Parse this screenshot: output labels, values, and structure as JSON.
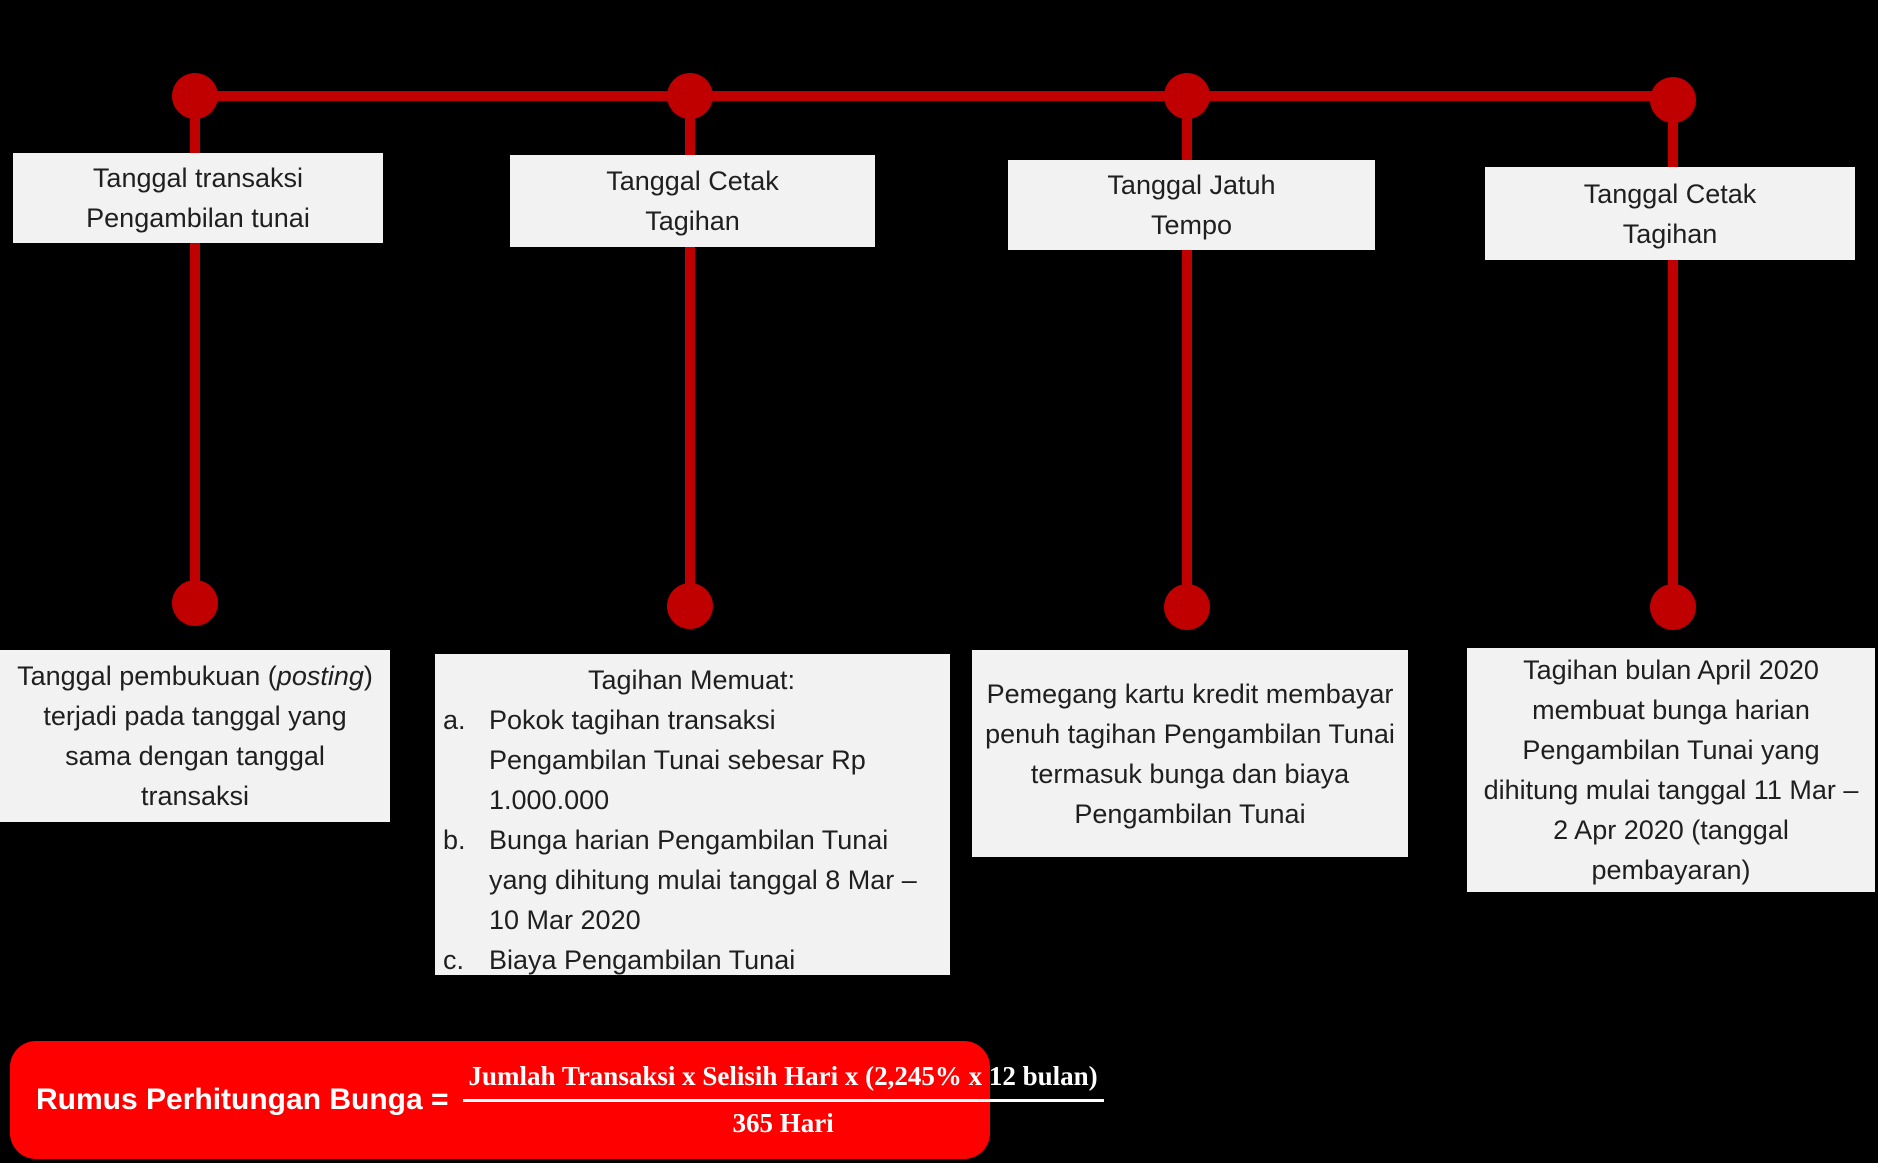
{
  "colors": {
    "timeline_red": "#C00000",
    "formula_red": "#FF0000",
    "box_bg": "#F2F2F2",
    "box_text": "#1F1F1F",
    "formula_text": "#FFFFFF",
    "page_bg": "#000000"
  },
  "columns": [
    {
      "top_label": "Tanggal transaksi\nPengambilan tunai",
      "bottom": {
        "pre": "Tanggal pembukuan (",
        "italic": "posting",
        "post": ") terjadi pada tanggal yang sama dengan tanggal transaksi"
      }
    },
    {
      "top_label": "Tanggal Cetak\nTagihan",
      "bottom": {
        "title": "Tagihan Memuat:",
        "items": [
          {
            "marker": "a.",
            "text": "Pokok tagihan transaksi Pengambilan Tunai sebesar Rp 1.000.000"
          },
          {
            "marker": "b.",
            "text": "Bunga harian Pengambilan Tunai yang dihitung mulai tanggal 8 Mar – 10 Mar 2020"
          },
          {
            "marker": "c.",
            "text": "Biaya Pengambilan Tunai"
          }
        ]
      }
    },
    {
      "top_label": "Tanggal Jatuh\nTempo",
      "bottom": {
        "text": "Pemegang kartu kredit membayar penuh tagihan Pengambilan Tunai termasuk bunga dan biaya Pengambilan Tunai"
      }
    },
    {
      "top_label": "Tanggal Cetak\nTagihan",
      "bottom": {
        "text": "Tagihan bulan April 2020 membuat bunga harian Pengambilan Tunai yang dihitung mulai tanggal 11 Mar – 2 Apr 2020 (tanggal pembayaran)"
      }
    }
  ],
  "formula": {
    "label": "Rumus Perhitungan Bunga =",
    "numerator": "Jumlah Transaksi x Selisih Hari x (2,245% x 12 bulan)",
    "denominator": "365 Hari"
  }
}
